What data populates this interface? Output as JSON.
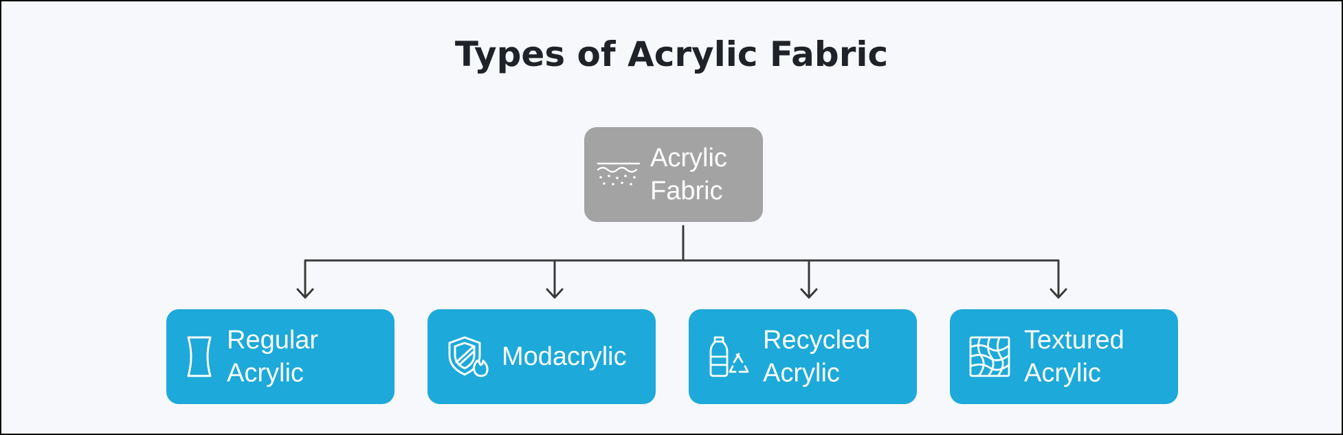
{
  "title": "Types of Acrylic Fabric",
  "root": {
    "label": "Acrylic\nFabric",
    "icon": "fabric-texture-icon",
    "color": "#a3a3a3"
  },
  "children": [
    {
      "label": "Regular\nAcrylic",
      "icon": "fiber-spool-icon",
      "color": "#1da9d9"
    },
    {
      "label": "Modacrylic",
      "icon": "flame-resistant-shield-icon",
      "color": "#1da9d9"
    },
    {
      "label": "Recycled\nAcrylic",
      "icon": "recycled-bottle-icon",
      "color": "#1da9d9"
    },
    {
      "label": "Textured\nAcrylic",
      "icon": "textured-weave-icon",
      "color": "#1da9d9"
    }
  ],
  "connector_color": "#3a3a3a",
  "text_color": "#1f2229"
}
